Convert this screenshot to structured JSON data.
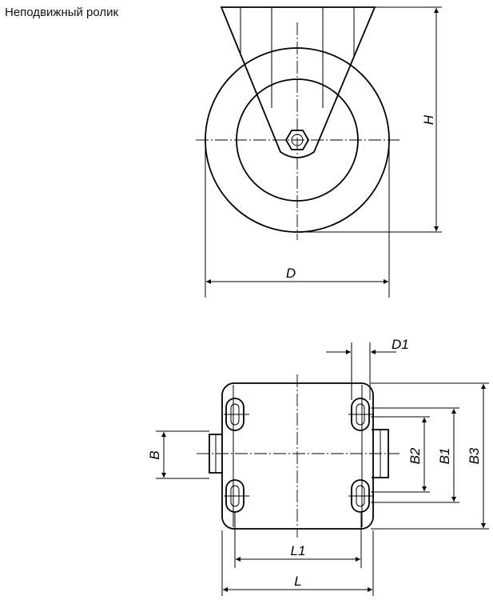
{
  "title": "Неподвижный ролик",
  "labels": {
    "H": "H",
    "D": "D",
    "D1": "D1",
    "B": "B",
    "B1": "B1",
    "B2": "B2",
    "B3": "B3",
    "L": "L",
    "L1": "L1"
  }
}
